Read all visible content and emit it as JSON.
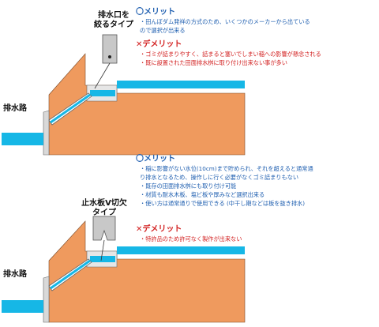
{
  "panels": [
    {
      "type_label": [
        "排水口を",
        "絞るタイプ"
      ],
      "channel_label": "排水路",
      "merit": {
        "heading": "〇メリット",
        "items": [
          "・田んぼダム発祥の方式のため、いくつかのメーカーから出ている",
          "ので選択が出来る"
        ]
      },
      "demerit": {
        "heading": "✕デメリット",
        "items": [
          "・ゴミが詰まりやすく、詰まると塞いでしまい稲への影響が懸念される",
          "・既に設置された田面排水桝に取り付け出来ない事が多い"
        ]
      }
    },
    {
      "type_label": [
        "止水板V切欠",
        "タイプ"
      ],
      "channel_label": "排水路",
      "merit": {
        "heading": "〇メリット",
        "items": [
          "・稲に影響がない水位(10cm)まで貯められ、それを超えると通常通",
          "り排水となるため、操作しに行く必要がなくゴミ詰まりもない",
          "・既存の田面排水桝にも取り付け可能",
          "・材質も耐水木板、塩ビ板や厚みなど選択出来る",
          "・使い方は通常通りで使用できる (中干し期などは板を抜き排水)"
        ]
      },
      "demerit": {
        "heading": "✕デメリット",
        "items": [
          "・特許品のため許可なく製作が出来ない"
        ]
      }
    }
  ],
  "colors": {
    "soil": "#ef9a5e",
    "water": "#16b7e6",
    "wall": "#d9d9d9",
    "outline": "#444444",
    "merit": "#1f5fb0",
    "demerit": "#d21f1f"
  }
}
